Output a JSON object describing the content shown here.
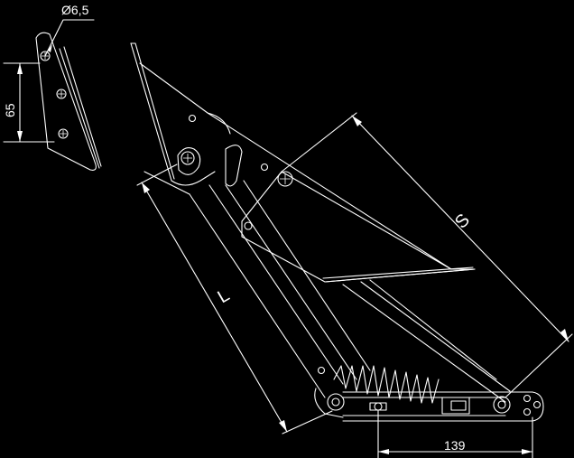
{
  "dimensions": {
    "hole_diameter": "Ø6,5",
    "bracket_height": "65",
    "arm_length": "L",
    "stroke": "S",
    "base_width": "139"
  }
}
